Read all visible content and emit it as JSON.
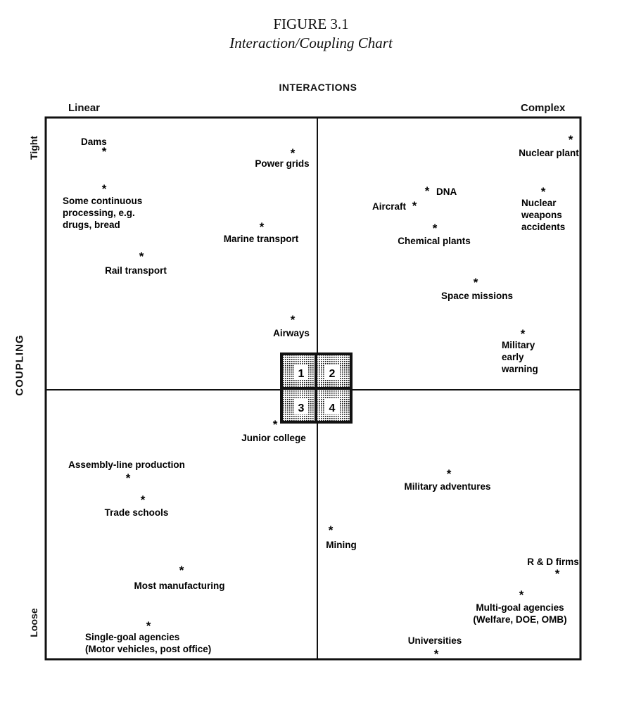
{
  "figure": {
    "number": "FIGURE 3.1",
    "title": "Interaction/Coupling Chart"
  },
  "axes": {
    "horizontal_title": "INTERACTIONS",
    "horizontal_left_end": "Linear",
    "horizontal_right_end": "Complex",
    "vertical_title": "COUPLING",
    "vertical_top_end": "Tight",
    "vertical_bottom_end": "Loose"
  },
  "quadrants": [
    "1",
    "2",
    "3",
    "4"
  ],
  "marker": "*",
  "items": [
    {
      "name": "dams",
      "lines": [
        "Dams"
      ]
    },
    {
      "name": "power-grids",
      "lines": [
        "Power grids"
      ]
    },
    {
      "name": "continuous-processing",
      "lines": [
        "Some continuous",
        "processing, e.g.",
        "drugs, bread"
      ]
    },
    {
      "name": "marine-transport",
      "lines": [
        "Marine transport"
      ]
    },
    {
      "name": "rail-transport",
      "lines": [
        "Rail transport"
      ]
    },
    {
      "name": "airways",
      "lines": [
        "Airways"
      ]
    },
    {
      "name": "nuclear-plant",
      "lines": [
        "Nuclear plant"
      ]
    },
    {
      "name": "dna",
      "lines": [
        "DNA"
      ]
    },
    {
      "name": "aircraft",
      "lines": [
        "Aircraft"
      ]
    },
    {
      "name": "nuclear-weapons-accidents",
      "lines": [
        "Nuclear",
        "weapons",
        "accidents"
      ]
    },
    {
      "name": "chemical-plants",
      "lines": [
        "Chemical plants"
      ]
    },
    {
      "name": "space-missions",
      "lines": [
        "Space missions"
      ]
    },
    {
      "name": "military-early-warning",
      "lines": [
        "Military",
        "early",
        "warning"
      ]
    },
    {
      "name": "junior-college",
      "lines": [
        "Junior college"
      ]
    },
    {
      "name": "assembly-line-production",
      "lines": [
        "Assembly-line production"
      ]
    },
    {
      "name": "trade-schools",
      "lines": [
        "Trade schools"
      ]
    },
    {
      "name": "most-manufacturing",
      "lines": [
        "Most manufacturing"
      ]
    },
    {
      "name": "single-goal-agencies",
      "lines": [
        "Single-goal agencies",
        "(Motor vehicles, post office)"
      ]
    },
    {
      "name": "military-adventures",
      "lines": [
        "Military adventures"
      ]
    },
    {
      "name": "mining",
      "lines": [
        "Mining"
      ]
    },
    {
      "name": "r-and-d-firms",
      "lines": [
        "R & D firms"
      ]
    },
    {
      "name": "multi-goal-agencies",
      "lines": [
        "Multi-goal agencies",
        "(Welfare, DOE, OMB)"
      ]
    },
    {
      "name": "universities",
      "lines": [
        "Universities"
      ]
    }
  ]
}
